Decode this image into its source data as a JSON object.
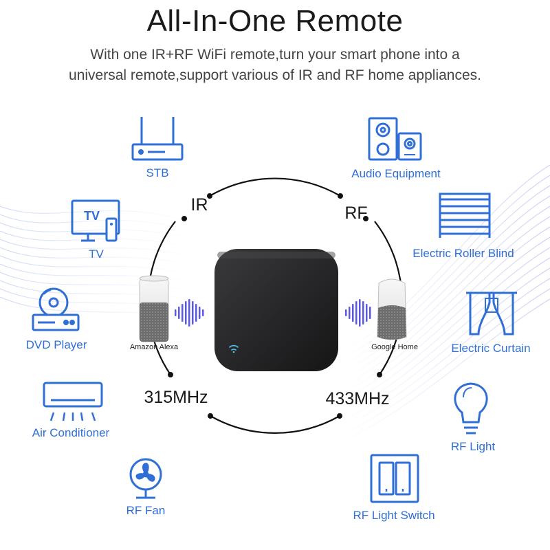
{
  "title": "All-In-One Remote",
  "subtitle_line1": "With one IR+RF WiFi remote,turn your smart phone into a",
  "subtitle_line2": "universal remote,support various of IR and RF home appliances.",
  "colors": {
    "accent": "#2f6fd6",
    "text": "#1a1a1a",
    "hub": "#232325",
    "wifi": "#4fc6e8"
  },
  "ring_labels": {
    "ir": "IR",
    "rf": "RF",
    "ir_freq": "315MHz",
    "rf_freq": "433MHz"
  },
  "speakers": {
    "left": {
      "label": "Amazon Alexa",
      "icon": "amazon-alexa-speaker-icon"
    },
    "right": {
      "label": "Google Home",
      "icon": "google-home-speaker-icon"
    }
  },
  "devices_left": [
    {
      "label": "STB",
      "icon": "router-icon"
    },
    {
      "label": "TV",
      "icon": "tv-icon"
    },
    {
      "label": "DVD Player",
      "icon": "dvd-player-icon"
    },
    {
      "label": "Air Conditioner",
      "icon": "air-conditioner-icon"
    },
    {
      "label": "RF Fan",
      "icon": "fan-icon"
    }
  ],
  "devices_right": [
    {
      "label": "Audio Equipment",
      "icon": "speakers-icon"
    },
    {
      "label": "Electric Roller Blind",
      "icon": "roller-blind-icon"
    },
    {
      "label": "Electric Curtain",
      "icon": "curtain-icon"
    },
    {
      "label": "RF Light",
      "icon": "light-bulb-icon"
    },
    {
      "label": "RF Light Switch",
      "icon": "light-switch-icon"
    }
  ]
}
